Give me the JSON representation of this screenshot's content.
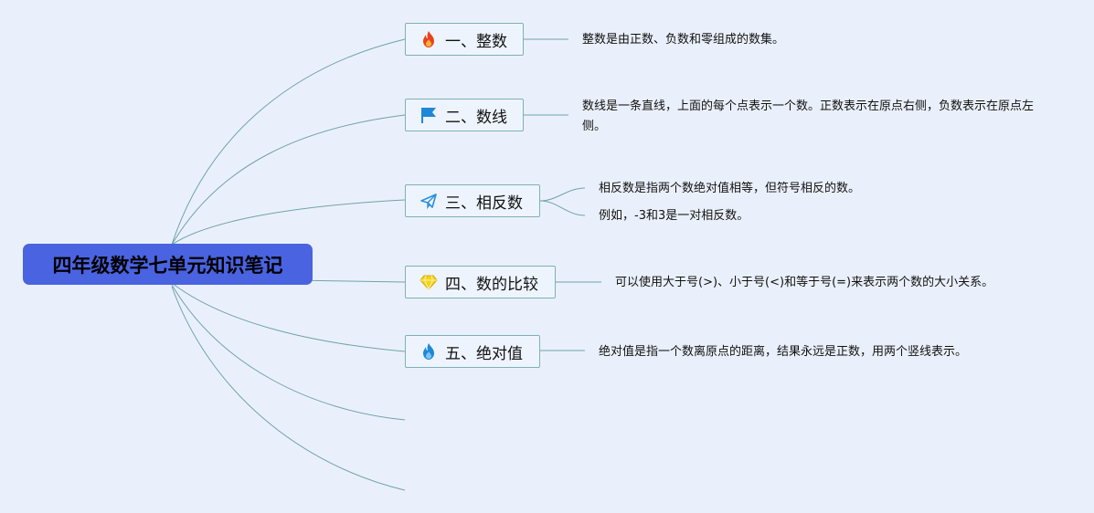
{
  "root": {
    "label": "四年级数学七单元知识笔记"
  },
  "topics": [
    {
      "label": "一、整数",
      "icon": "fire-icon",
      "icon_color": "#e8431f",
      "notes": [
        "整数是由正数、负数和零组成的数集。"
      ]
    },
    {
      "label": "二、数线",
      "icon": "flag-icon",
      "icon_color": "#1e88d6",
      "notes": [
        "数线是一条直线，上面的每个点表示一个数。正数表示在原点右侧，负数表示在原点左侧。"
      ]
    },
    {
      "label": "三、相反数",
      "icon": "paper-plane-icon",
      "icon_color": "#2a8fe0",
      "notes": [
        "相反数是指两个数绝对值相等，但符号相反的数。",
        "例如，-3和3是一对相反数。"
      ]
    },
    {
      "label": "四、数的比较",
      "icon": "diamond-icon",
      "icon_color": "#f4d21a",
      "notes": [
        "可以使用大于号(>)、小于号(<)和等于号(=)来表示两个数的大小关系。"
      ]
    },
    {
      "label": "五、绝对值",
      "icon": "flame-icon",
      "icon_color": "#1e88d6",
      "notes": [
        "绝对值是指一个数离原点的距离，结果永远是正数，用两个竖线表示。"
      ]
    }
  ],
  "colors": {
    "background": "#eaf0fb",
    "root_fill": "#4a63e0",
    "line": "#6fa3aa",
    "topic_border": "#7fb0b6"
  }
}
